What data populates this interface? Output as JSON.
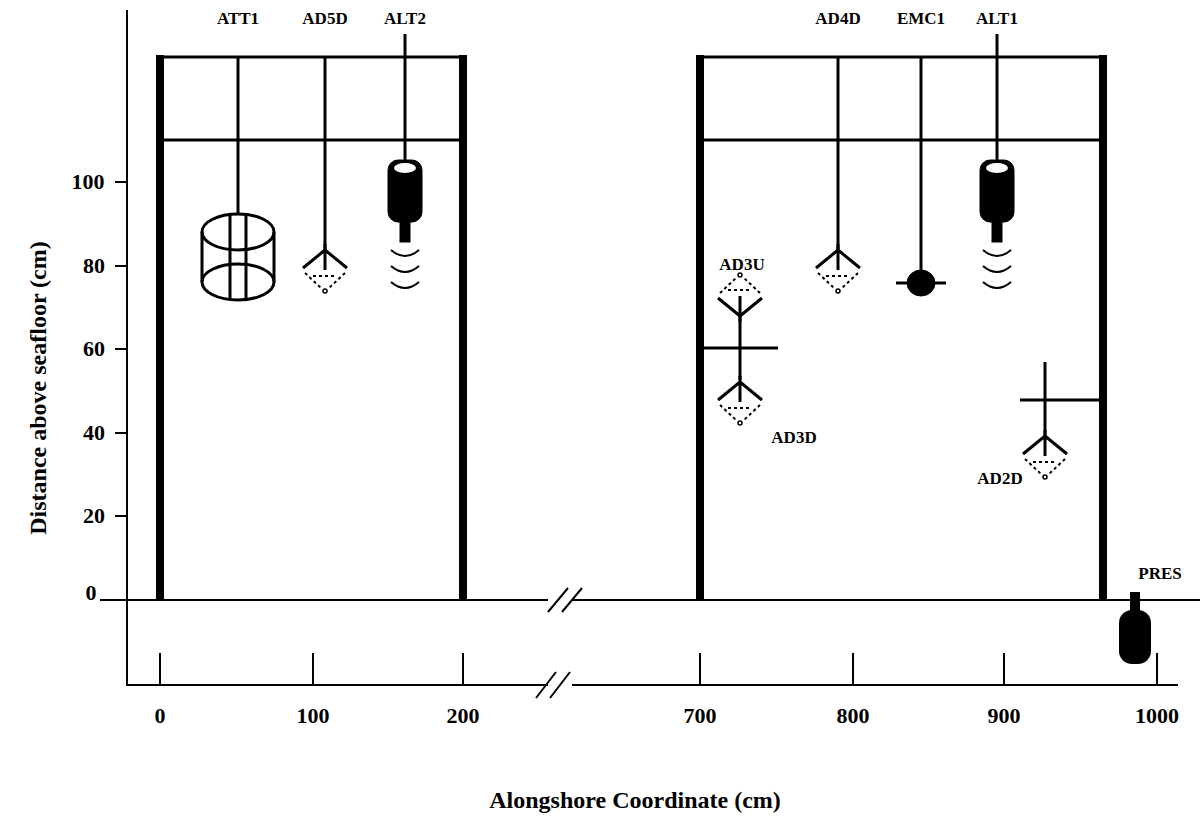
{
  "diagram": {
    "labels": [
      "ATT1",
      "AD5D",
      "ALT2",
      "AD4D",
      "EMC1",
      "ALT1",
      "AD3U",
      "AD3D",
      "AD2D",
      "PRES",
      "0",
      "20",
      "40",
      "60",
      "80",
      "100",
      "0",
      "100",
      "200",
      "700",
      "800",
      "900",
      "1000",
      "Distance above seafloor (cm)",
      "Alongshore Coordinate (cm)"
    ]
  }
}
